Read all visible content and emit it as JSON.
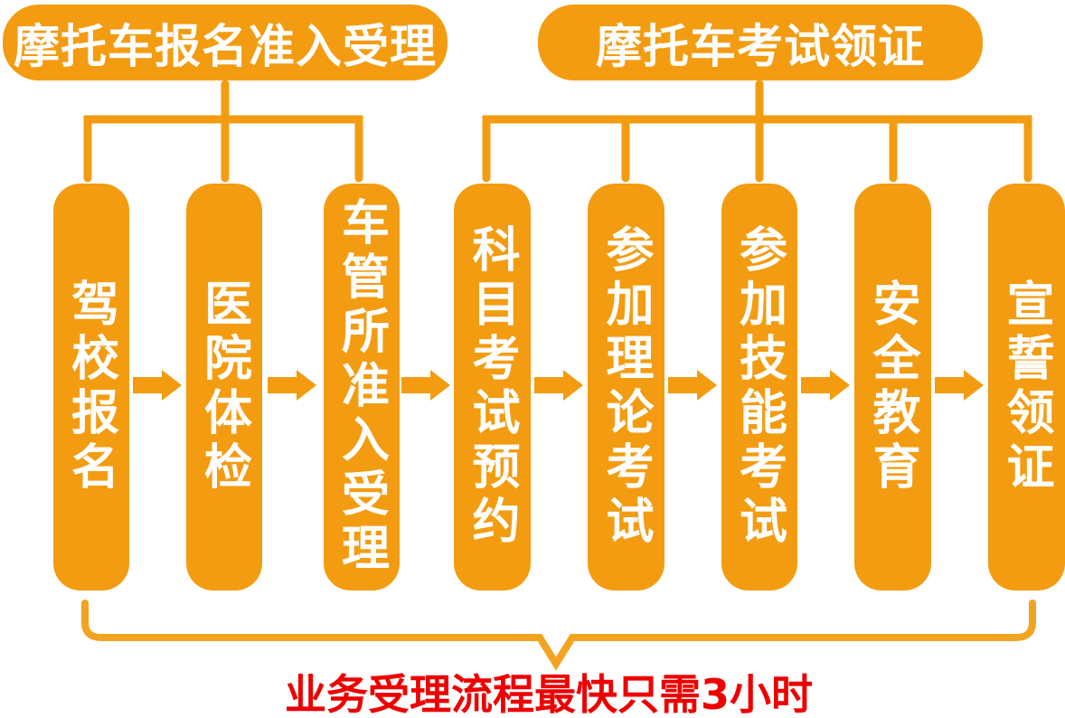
{
  "colors": {
    "orange": "#F39C11",
    "bracket_orange": "#F2A31F",
    "red": "#EE0000",
    "text_on_orange": "#FFFFFF",
    "background": "#FFFFFF"
  },
  "headers": [
    {
      "label": "摩托车报名准入受理"
    },
    {
      "label": "摩托车考试领证"
    }
  ],
  "steps": [
    {
      "label": "驾校报名"
    },
    {
      "label": "医院体检"
    },
    {
      "label": "车管所准入受理"
    },
    {
      "label": "科目考试预约"
    },
    {
      "label": "参加理论考试"
    },
    {
      "label": "参加技能考试"
    },
    {
      "label": "安全教育"
    },
    {
      "label": "宣誓领证"
    }
  ],
  "footer": {
    "note": "业务受理流程最快只需3小时"
  }
}
